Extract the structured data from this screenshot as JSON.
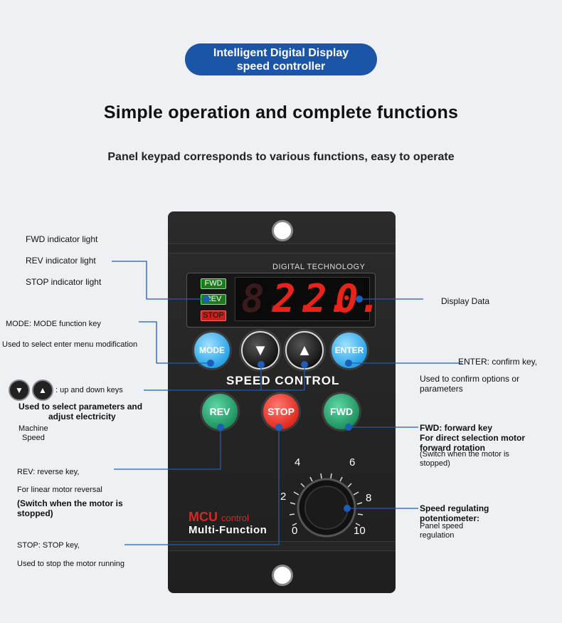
{
  "header": {
    "line1": "Intelligent Digital Display",
    "line2": "speed controller"
  },
  "title": "Simple operation and complete functions",
  "subtitle": "Panel keypad corresponds to various functions, easy to operate",
  "panel": {
    "brand": "DIGITAL TECHNOLOGY",
    "indicators": {
      "fwd": "FWD",
      "rev": "REV",
      "stop": "STOP"
    },
    "display_digits": [
      "8.",
      "2.",
      "2.",
      "0."
    ],
    "buttons": {
      "mode": "MODE",
      "enter": "ENTER",
      "rev": "REV",
      "stop": "STOP",
      "fwd": "FWD"
    },
    "speed_control": "SPEED CONTROL",
    "mcu": "MCU",
    "mcu_suffix": "control",
    "multi_function": "Multi-Function",
    "dial_numbers": [
      "0",
      "2",
      "4",
      "6",
      "8",
      "10"
    ]
  },
  "labels": {
    "fwd_light": "FWD indicator light",
    "rev_light": "REV indicator light",
    "stop_light": "STOP indicator light",
    "mode_key": "MODE: MODE function key",
    "mode_desc": "Used to select enter menu modification",
    "updown": ": up and down keys",
    "updown_desc1": "Used to select parameters and",
    "updown_desc2": "adjust electricity",
    "machine1": "Machine",
    "machine2": "Speed",
    "rev_key": "REV: reverse key,",
    "rev_desc": "For linear motor reversal",
    "rev_note1": "(Switch when the motor is",
    "rev_note2": "stopped)",
    "stop_key": "STOP: STOP key,",
    "stop_desc": "Used to stop the motor running",
    "display_data": "Display Data",
    "enter_key": "ENTER: confirm key,",
    "enter_desc1": "Used to confirm options or",
    "enter_desc2": "parameters",
    "fwd_key": "FWD: forward key",
    "fwd_desc1": "For direct selection motor",
    "fwd_desc2": "forward rotation",
    "fwd_note1": "(Switch when the motor is",
    "fwd_note2": "stopped)",
    "pot1": "Speed regulating",
    "pot2": "potentiometer:",
    "pot3": "Panel speed",
    "pot4": "regulation"
  },
  "colors": {
    "accent": "#1a55a8",
    "line": "#1b5fb8",
    "led": "#e8231a",
    "green": "#1b8f5d"
  }
}
